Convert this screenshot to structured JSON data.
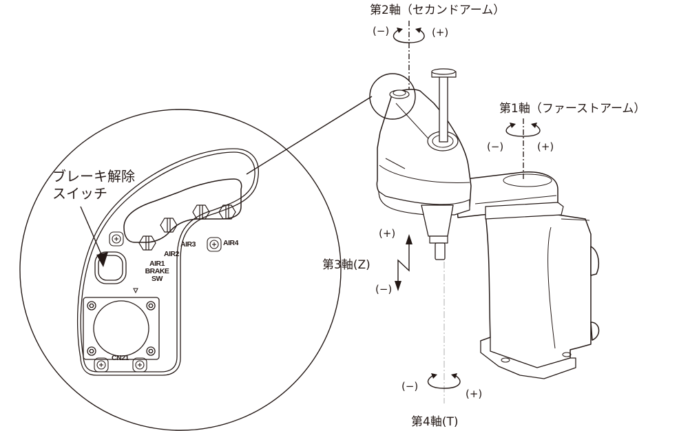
{
  "axes": {
    "axis2": {
      "title": "第2軸（セカンドアーム）",
      "minus": "(−)",
      "plus": "(+)"
    },
    "axis1": {
      "title": "第1軸（ファーストアーム）",
      "minus": "(−)",
      "plus": "(+)"
    },
    "axis3": {
      "title": "第3軸(Z)",
      "minus": "(−)",
      "plus": "(+)"
    },
    "axis4": {
      "title": "第4軸(T)",
      "minus": "(−)",
      "plus": "(+)"
    }
  },
  "callout": {
    "line1": "ブレーキ解除",
    "line2": "スイッチ"
  },
  "panel_labels": {
    "air1": "AIR1",
    "air2": "AIR2",
    "air3": "AIR3",
    "air4": "AIR4",
    "brake": "BRAKE",
    "sw": "SW",
    "connector": "CN21"
  },
  "colors": {
    "line": "#231815",
    "background": "#ffffff"
  }
}
